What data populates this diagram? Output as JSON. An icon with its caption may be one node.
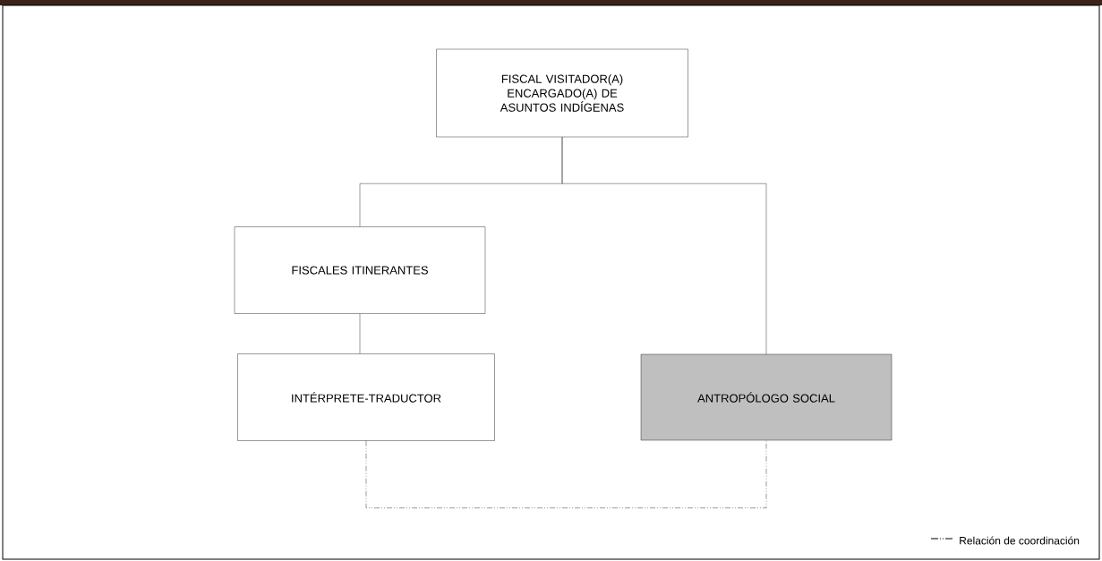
{
  "diagram": {
    "nodes": [
      {
        "text": [
          "FISCAL VISITADOR(A) ENCARGADO(A) DE ASUNTOS INDÍGENAS"
        ]
      },
      {
        "text": [
          "FISCALES ITINERANTES"
        ]
      },
      {
        "text": [
          "INTÉRPRETE-TRADUCTOR"
        ]
      },
      {
        "text": [
          "ANTROPÓLOGO SOCIAL"
        ]
      }
    ],
    "edges": [
      {
        "from": 0,
        "to": 1,
        "arrow": "none"
      },
      {
        "from": 0,
        "to": 3,
        "arrow": "none"
      },
      {
        "from": 1,
        "to": 2,
        "arrow": "none"
      },
      {
        "from": 2,
        "to": 3,
        "arrow": "none",
        "style": "dashed"
      }
    ],
    "legend": [
      {
        "text": "Relación de coordinación"
      }
    ]
  }
}
